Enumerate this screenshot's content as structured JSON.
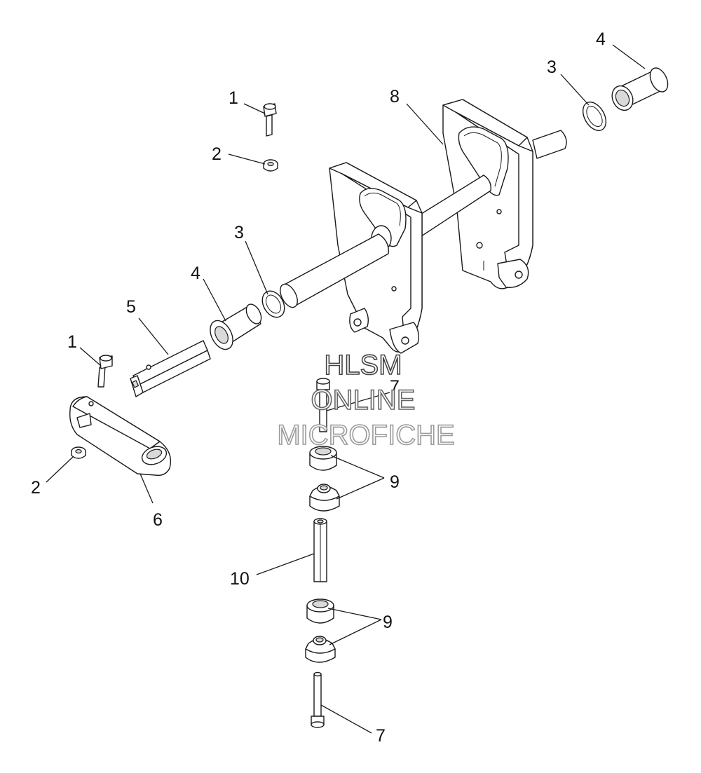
{
  "watermark": {
    "line1": "HLSM",
    "line2": "ONLINE",
    "line3": "MICROFICHE",
    "colors": [
      "#444444",
      "#666666",
      "#9a9a9a"
    ]
  },
  "callouts": [
    {
      "id": "c1a",
      "label": "1"
    },
    {
      "id": "c2a",
      "label": "2"
    },
    {
      "id": "c3a",
      "label": "3"
    },
    {
      "id": "c4a",
      "label": "4"
    },
    {
      "id": "c8",
      "label": "8"
    },
    {
      "id": "c3b",
      "label": "3"
    },
    {
      "id": "c4b",
      "label": "4"
    },
    {
      "id": "c5",
      "label": "5"
    },
    {
      "id": "c1b",
      "label": "1"
    },
    {
      "id": "c2b",
      "label": "2"
    },
    {
      "id": "c6",
      "label": "6"
    },
    {
      "id": "c7a",
      "label": "7"
    },
    {
      "id": "c9a",
      "label": "9"
    },
    {
      "id": "c10",
      "label": "10"
    },
    {
      "id": "c9b",
      "label": "9"
    },
    {
      "id": "c7b",
      "label": "7"
    }
  ]
}
